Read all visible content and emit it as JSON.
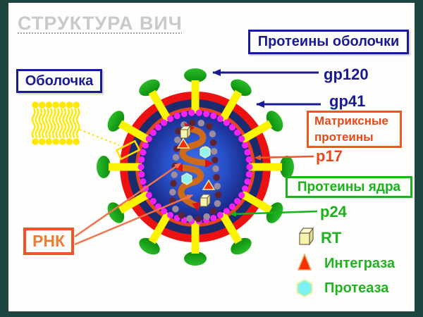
{
  "slide": {
    "title": "СТРУКТУРА ВИЧ"
  },
  "boxes": {
    "envelope_proteins": "Протеины оболочки",
    "envelope": "Оболочка",
    "matrix_proteins": "Матриксные протеины",
    "core_proteins": "Протеины ядра",
    "rna": "РНК"
  },
  "callouts": {
    "gp120": "gp120",
    "gp41": "gp41",
    "p17": "p17",
    "p24": "p24"
  },
  "legend": [
    {
      "icon": "rt-cube-icon",
      "label": "RT"
    },
    {
      "icon": "integrase-triangle-icon",
      "label": "Интеграза"
    },
    {
      "icon": "protease-hexagon-icon",
      "label": "Протеаза"
    }
  ],
  "colors": {
    "frame": "#1C4540",
    "navy_label": "#1A1A96",
    "orange_label": "#E8481A",
    "orange_border": "#F0552A",
    "green_label": "#17B317",
    "envelope_red": "#EC1212",
    "membrane_navy": "#1A2C6E",
    "matrix_ring_orange": "#E8441C",
    "matrix_dot_magenta": "#F522F5",
    "capsid_dot_maroon": "#5E2433",
    "capsid_dot_gray": "#9B8CA0",
    "rna_strand_orange": "#CE6A1A",
    "spike_stem_yellow": "#FBF400",
    "spike_tip_green": "#12A012",
    "lipid_yellow": "#FFE800"
  }
}
